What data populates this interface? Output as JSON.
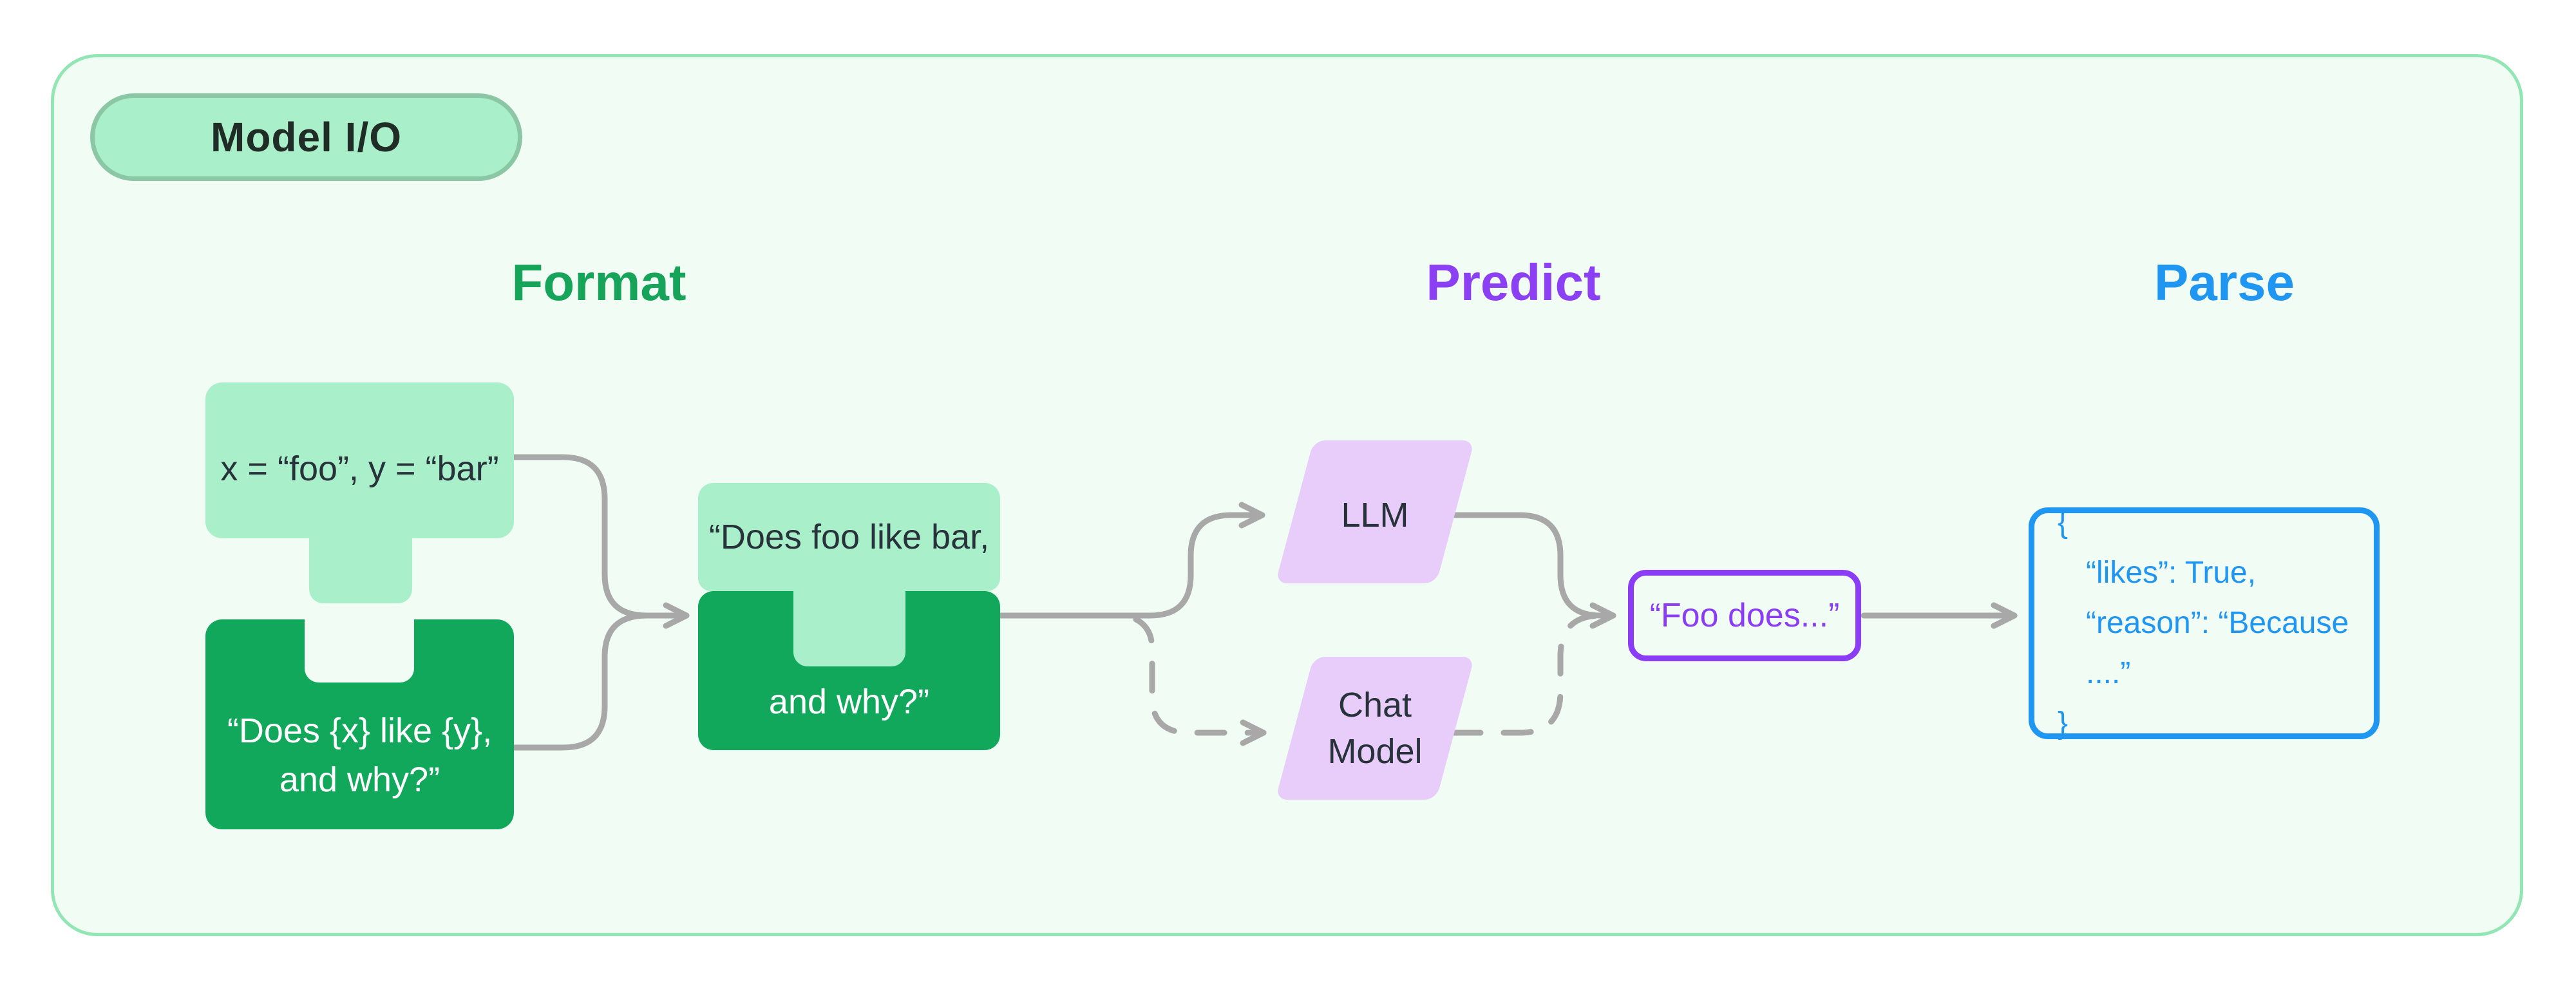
{
  "badge": {
    "label": "Model I/O"
  },
  "headers": {
    "format": {
      "label": "Format",
      "color": "#16a45a"
    },
    "predict": {
      "label": "Predict",
      "color": "#8b40f4"
    },
    "parse": {
      "label": "Parse",
      "color": "#1e96f2"
    }
  },
  "nodes": {
    "input_values": {
      "text": "x = “foo”, y = “bar”"
    },
    "prompt_template": {
      "line1": "“Does {x} like {y},",
      "line2": "and why?”"
    },
    "formatted_prompt": {
      "line1": "“Does foo like bar,",
      "line2": "and why?”"
    },
    "llm": {
      "label": "LLM"
    },
    "chat_model": {
      "line1": "Chat",
      "line2": "Model"
    },
    "model_output": {
      "text": "“Foo does...”"
    },
    "parsed_output": {
      "line1": "{",
      "line2": "“likes”: True,",
      "line3": "“reason”: “Because ....”",
      "line4": "}"
    }
  },
  "colors": {
    "container_bg": "#f0fcf4",
    "container_border": "#92e6b4",
    "light_green": "#a9efc9",
    "dark_green": "#12a85c",
    "lavender": "#e8ccf9",
    "purple": "#8b3df5",
    "blue": "#1e96f2",
    "connector_gray": "#a8a8a8",
    "dark_text": "#27323a"
  }
}
